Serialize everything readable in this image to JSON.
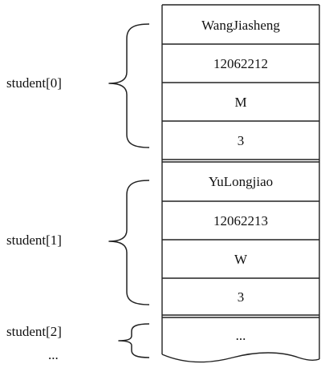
{
  "structs": [
    {
      "label": "student[0]",
      "fields": [
        "WangJiasheng",
        "12062212",
        "M",
        "3"
      ]
    },
    {
      "label": "student[1]",
      "fields": [
        "YuLongjiao",
        "12062213",
        "W",
        "3"
      ]
    },
    {
      "label": "student[2]",
      "fields": [
        "..."
      ]
    }
  ],
  "trailing_ellipsis": "..."
}
